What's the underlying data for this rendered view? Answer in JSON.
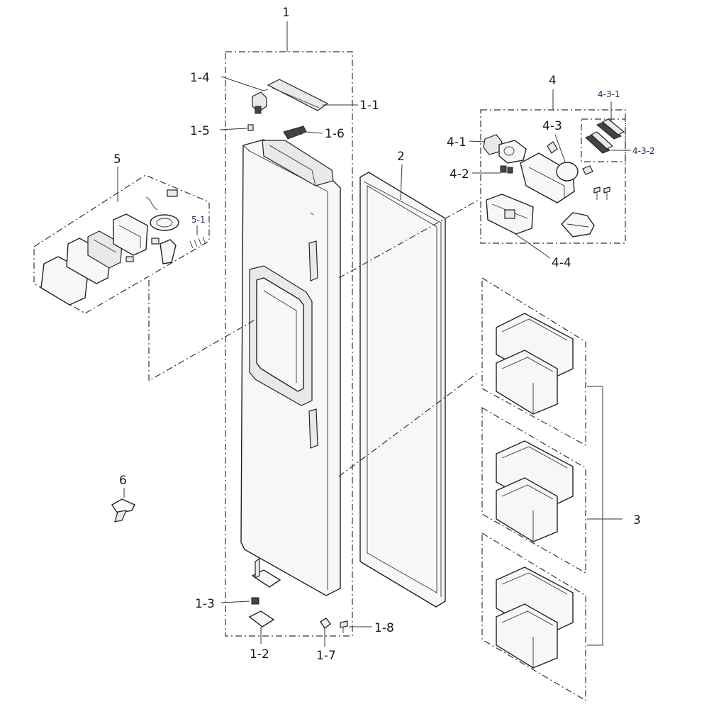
{
  "labels": {
    "l1": "1",
    "l1_1": "1-1",
    "l1_2": "1-2",
    "l1_3": "1-3",
    "l1_4": "1-4",
    "l1_5": "1-5",
    "l1_6": "1-6",
    "l1_7": "1-7",
    "l1_8": "1-8",
    "l2": "2",
    "l3": "3",
    "l4": "4",
    "l4_1": "4-1",
    "l4_2": "4-2",
    "l4_3": "4-3",
    "l4_3_1": "4-3-1",
    "l4_3_2": "4-3-2",
    "l4_4": "4-4",
    "l5": "5",
    "l5_1": "5-1",
    "l6": "6"
  },
  "colors": {
    "line": "#222222",
    "label": "#1a1a1a",
    "sub_label": "#2a2a5a"
  }
}
